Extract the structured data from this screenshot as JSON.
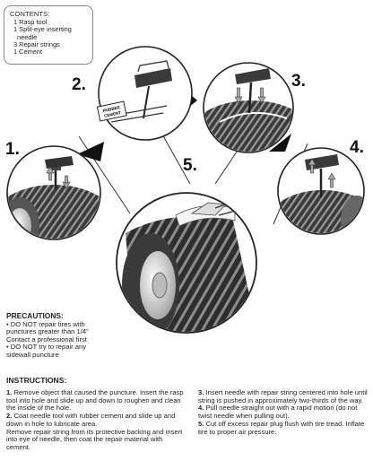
{
  "contents": {
    "title": "CONTENTS:",
    "items": [
      "1 Rasp tool",
      "1 Split-eye inserting",
      "needle",
      "3 Repair strings",
      "1 Cement"
    ]
  },
  "steps": {
    "s1": "1.",
    "s2": "2.",
    "s3": "3.",
    "s4": "4.",
    "s5": "5."
  },
  "packet_label": [
    "RUBBER",
    "CEMENT"
  ],
  "precautions": {
    "title": "PRECAUTIONS:",
    "lines": [
      "• DO NOT repair tires with",
      "punctures greater than 1/4\"",
      "Contact a professional first",
      "• DO NOT try to repair any",
      "sidewall puncture"
    ]
  },
  "instructions": {
    "title": "INSTRUCTIONS:",
    "i1_num": "1.",
    "i1": "Remove object that caused the puncture. Insert the rasp tool into hole and slide up and down to roughen and clean the inside of the hole.",
    "i2_num": "2.",
    "i2": "Coat needle tool with rubber cement and slide up and down in hole to lubricate area.",
    "i2b": "Remove repair string from its protective backing and insert into eye of needle, then coat the repair material with cement.",
    "i3_num": "3.",
    "i3": "Insert needle with repair string centered into hole until string is pushed in approximately two-thirds of the way.",
    "i4_num": "4.",
    "i4": "Pull needle straight out with a rapid motion (do not twist needle when pulling out).",
    "i5_num": "5.",
    "i5": "Cut off excess repair plug flush with tire tread. Inflate tire to proper air pressure."
  }
}
